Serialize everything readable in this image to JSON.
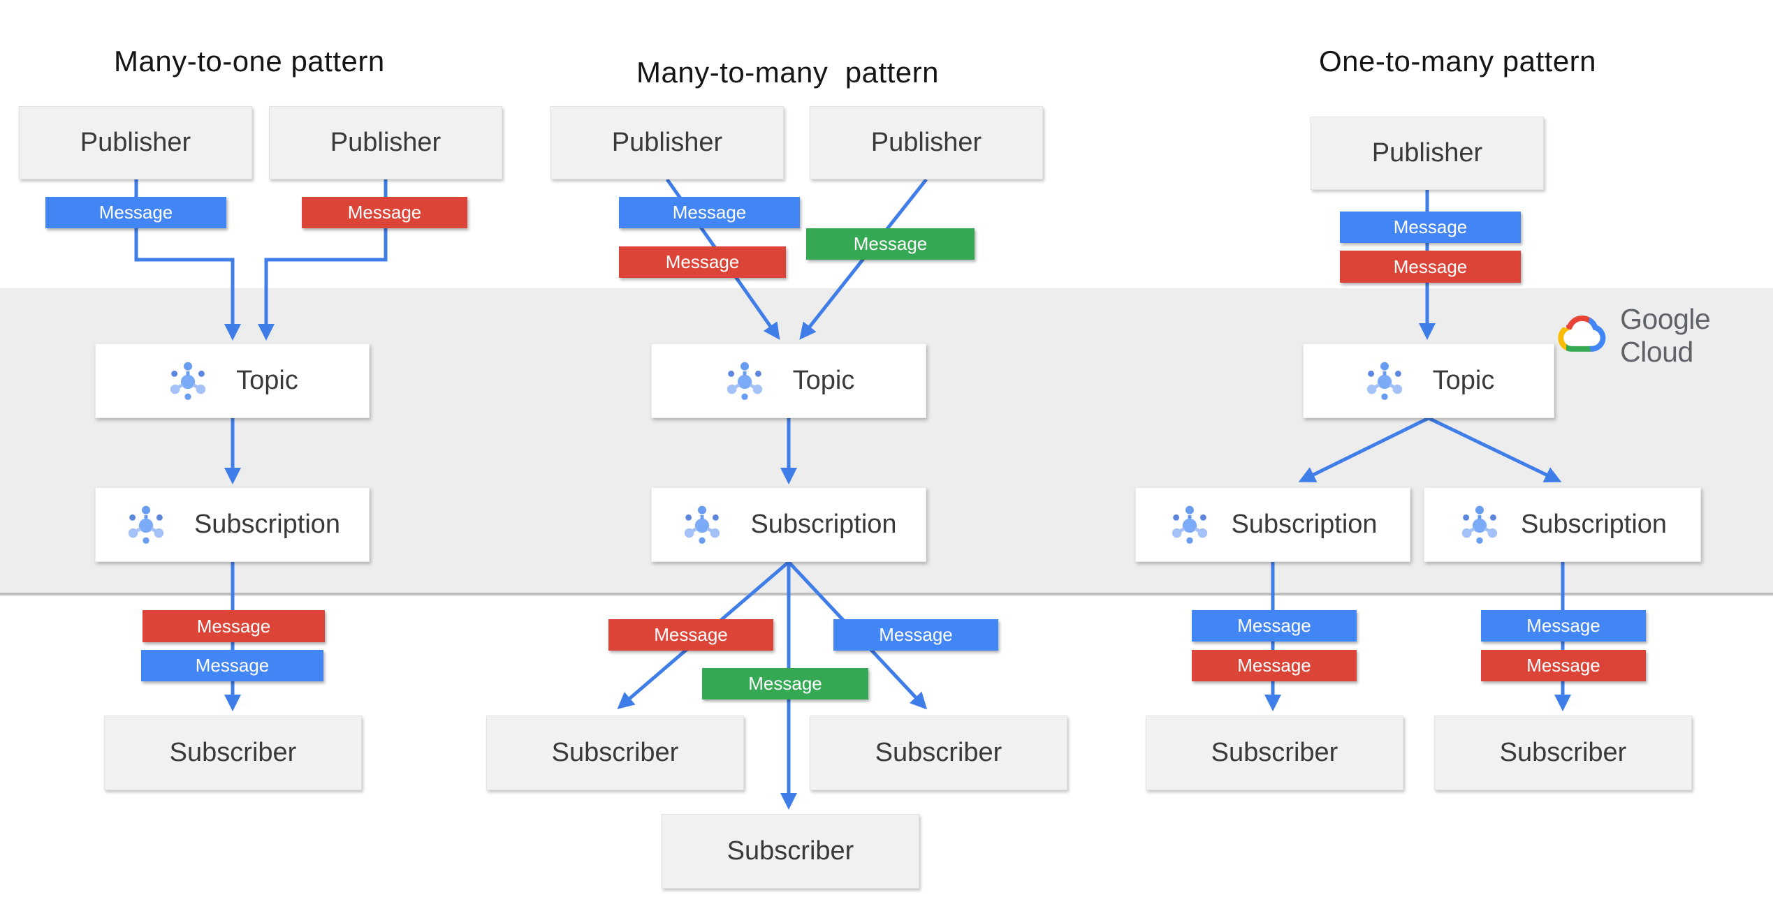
{
  "labels": {
    "publisher": "Publisher",
    "subscriber": "Subscriber",
    "topic": "Topic",
    "subscription": "Subscription",
    "message": "Message"
  },
  "colors": {
    "message_blue": "#4285F4",
    "message_red": "#DB4437",
    "message_green": "#34A853",
    "arrow_blue": "#3F7DE8",
    "band_gray": "#EDEDED",
    "node_gray": "#F1F1F1",
    "card_white": "#FFFFFF",
    "icon_blue_light": "#A4C2F8",
    "icon_blue_mid": "#7BAAF7",
    "icon_blue_dark": "#5C85DE"
  },
  "logo": {
    "text": "Google Cloud",
    "text_color": "#5F6368",
    "icon_colors": {
      "red": "#EA4335",
      "yellow": "#FBBC04",
      "green": "#34A853",
      "blue": "#4285F4"
    }
  },
  "sections": [
    {
      "title": "Many-to-one pattern",
      "publishers": [
        "Publisher",
        "Publisher"
      ],
      "messages_top": [
        {
          "label": "Message",
          "color": "blue"
        },
        {
          "label": "Message",
          "color": "red"
        }
      ],
      "topic": "Topic",
      "subscription": "Subscription",
      "messages_bottom": [
        {
          "label": "Message",
          "color": "red"
        },
        {
          "label": "Message",
          "color": "blue"
        }
      ],
      "subscribers": [
        "Subscriber"
      ]
    },
    {
      "title": "Many-to-many  pattern",
      "publishers": [
        "Publisher",
        "Publisher"
      ],
      "messages_top": [
        {
          "label": "Message",
          "color": "blue"
        },
        {
          "label": "Message",
          "color": "red"
        },
        {
          "label": "Message",
          "color": "green"
        }
      ],
      "topic": "Topic",
      "subscription": "Subscription",
      "messages_bottom": [
        {
          "label": "Message",
          "color": "red"
        },
        {
          "label": "Message",
          "color": "blue"
        },
        {
          "label": "Message",
          "color": "green"
        }
      ],
      "subscribers": [
        "Subscriber",
        "Subscriber",
        "Subscriber"
      ]
    },
    {
      "title": "One-to-many pattern",
      "publishers": [
        "Publisher"
      ],
      "messages_top": [
        {
          "label": "Message",
          "color": "blue"
        },
        {
          "label": "Message",
          "color": "red"
        }
      ],
      "topic": "Topic",
      "subscriptions": [
        "Subscription",
        "Subscription"
      ],
      "messages_bottom": [
        {
          "label": "Message",
          "color": "blue"
        },
        {
          "label": "Message",
          "color": "red"
        },
        {
          "label": "Message",
          "color": "blue"
        },
        {
          "label": "Message",
          "color": "red"
        }
      ],
      "subscribers": [
        "Subscriber",
        "Subscriber"
      ]
    }
  ]
}
